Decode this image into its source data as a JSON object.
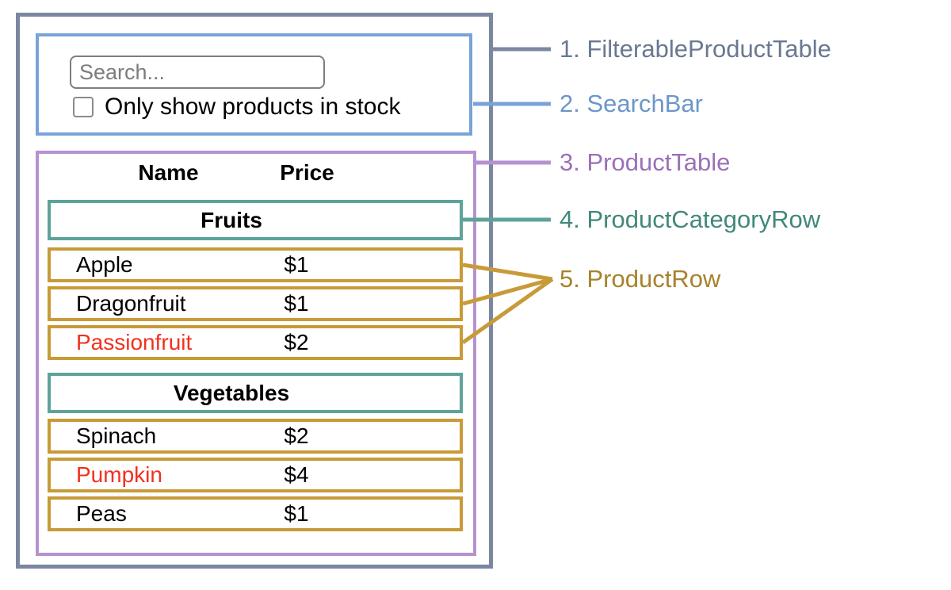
{
  "colors": {
    "filterable_product_table": "#7b87a0",
    "search_bar": "#79a3d9",
    "product_table": "#b692d1",
    "product_category_row": "#5da399",
    "product_row": "#c89a38",
    "out_of_stock_text": "#f2301e",
    "legend_1": "#6a7891",
    "legend_2": "#6d96c9",
    "legend_3": "#9b70b7",
    "legend_4": "#42887b",
    "legend_5": "#a6832c"
  },
  "search_bar": {
    "placeholder": "Search...",
    "checkbox_label": "Only show products in stock",
    "checkbox_checked": false
  },
  "product_table": {
    "headers": {
      "name": "Name",
      "price": "Price"
    },
    "sections": [
      {
        "category": "Fruits",
        "rows": [
          {
            "name": "Apple",
            "price": "$1",
            "in_stock": true
          },
          {
            "name": "Dragonfruit",
            "price": "$1",
            "in_stock": true
          },
          {
            "name": "Passionfruit",
            "price": "$2",
            "in_stock": false
          }
        ]
      },
      {
        "category": "Vegetables",
        "rows": [
          {
            "name": "Spinach",
            "price": "$2",
            "in_stock": true
          },
          {
            "name": "Pumpkin",
            "price": "$4",
            "in_stock": false
          },
          {
            "name": "Peas",
            "price": "$1",
            "in_stock": true
          }
        ]
      }
    ]
  },
  "legend": {
    "items": [
      {
        "label": "1. FilterableProductTable",
        "color": "#6a7891"
      },
      {
        "label": "2. SearchBar",
        "color": "#6d96c9"
      },
      {
        "label": "3. ProductTable",
        "color": "#9b70b7"
      },
      {
        "label": "4. ProductCategoryRow",
        "color": "#42887b"
      },
      {
        "label": "5. ProductRow",
        "color": "#a6832c"
      }
    ]
  }
}
